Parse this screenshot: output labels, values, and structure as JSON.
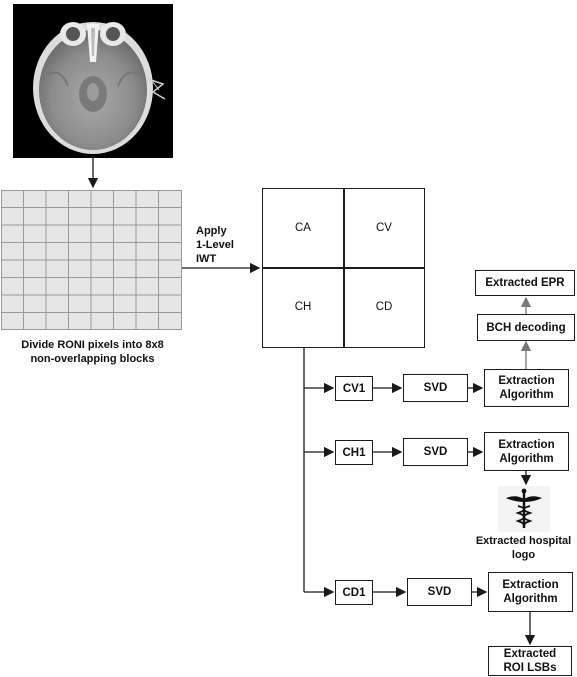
{
  "grid_caption_line1": "Divide RONI pixels into 8x8",
  "grid_caption_line2": "non-overlapping blocks",
  "iwt_label_line1": "Apply",
  "iwt_label_line2": "1-Level",
  "iwt_label_line3": "IWT",
  "subbands": {
    "ca": "CA",
    "cv": "CV",
    "ch": "CH",
    "cd": "CD"
  },
  "branches": {
    "cv1": "CV1",
    "ch1": "CH1",
    "cd1": "CD1",
    "svd": "SVD",
    "extraction_line1": "Extraction",
    "extraction_line2": "Algorithm"
  },
  "outputs": {
    "bch_decoding": "BCH decoding",
    "extracted_epr": "Extracted EPR",
    "hospital_logo_line1": "Extracted hospital",
    "hospital_logo_line2": "logo",
    "roi_lsbs_line1": "Extracted",
    "roi_lsbs_line2": "ROI LSBs"
  },
  "colors": {
    "stroke": "#1a1a1a",
    "grid_line": "#9a9a9a",
    "grid_fill": "#e6e6e6",
    "ct_background": "#000000",
    "arrow_gray": "#777777"
  },
  "icons": {
    "ct_scan": "brain-ct-scan-image",
    "logo": "caduceus-icon"
  }
}
